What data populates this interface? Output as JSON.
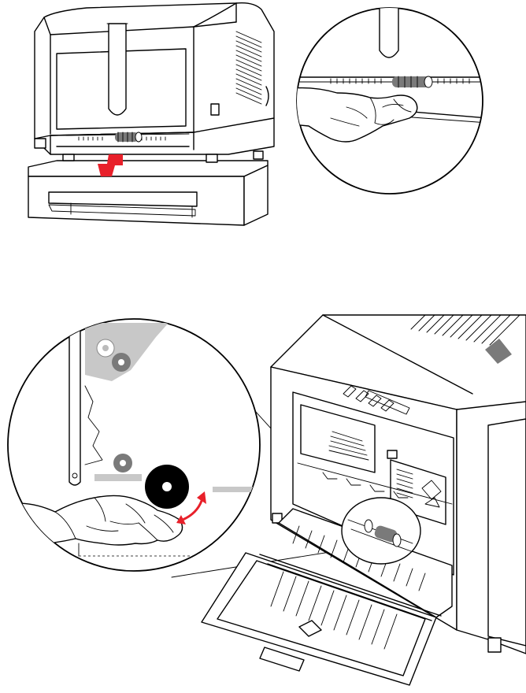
{
  "figure": {
    "top_panel": "printer-front-roller-cleaning",
    "bottom_panel": "printer-side-door-roller-cleaning"
  },
  "colors": {
    "line": "#000000",
    "accent_arrow": "#e8202a",
    "shade_light": "#c8c8c8",
    "shade_dark": "#7a7a7a"
  },
  "icons": [
    "printer-body",
    "lower-tray",
    "feed-roller",
    "hand-with-cloth",
    "rotation-arrow",
    "magnifier-circle"
  ]
}
